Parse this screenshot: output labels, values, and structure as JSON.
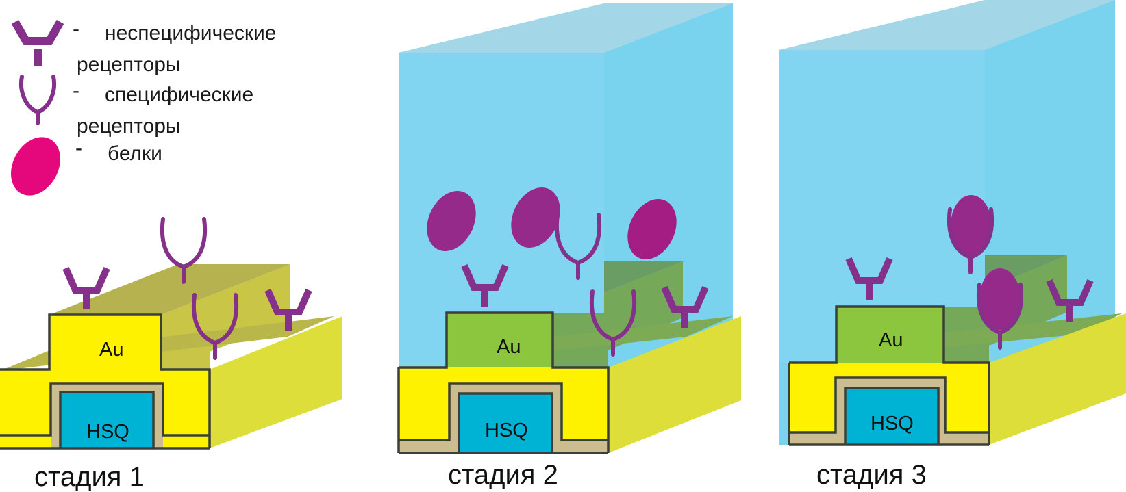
{
  "legend": {
    "nonspecific": {
      "dash": "-",
      "line1": "неспецифические",
      "line2": "рецепторы",
      "icon": "y-receptor-icon"
    },
    "specific": {
      "dash": "-",
      "line1": "специфические",
      "line2": "рецепторы",
      "icon": "u-receptor-icon"
    },
    "proteins": {
      "dash": "-",
      "line1": "белки",
      "icon": "protein-ellipse-icon"
    }
  },
  "layers": {
    "gold": "Au",
    "core": "HSQ"
  },
  "stages": [
    {
      "label": "стадия 1"
    },
    {
      "label": "стадия 2"
    },
    {
      "label": "стадия 3"
    }
  ],
  "colors": {
    "receptor": "#85308a",
    "protein_legend": "#e5087d",
    "protein": "#962a8a",
    "gold_front": "#fff200",
    "gold_side": "#dede3a",
    "gold_top": "#b5b24f",
    "au_wet": "#8cc63f",
    "hsq": "#00b3d4",
    "cladding": "#cbbd8f",
    "fluid": "#79d2ee"
  }
}
